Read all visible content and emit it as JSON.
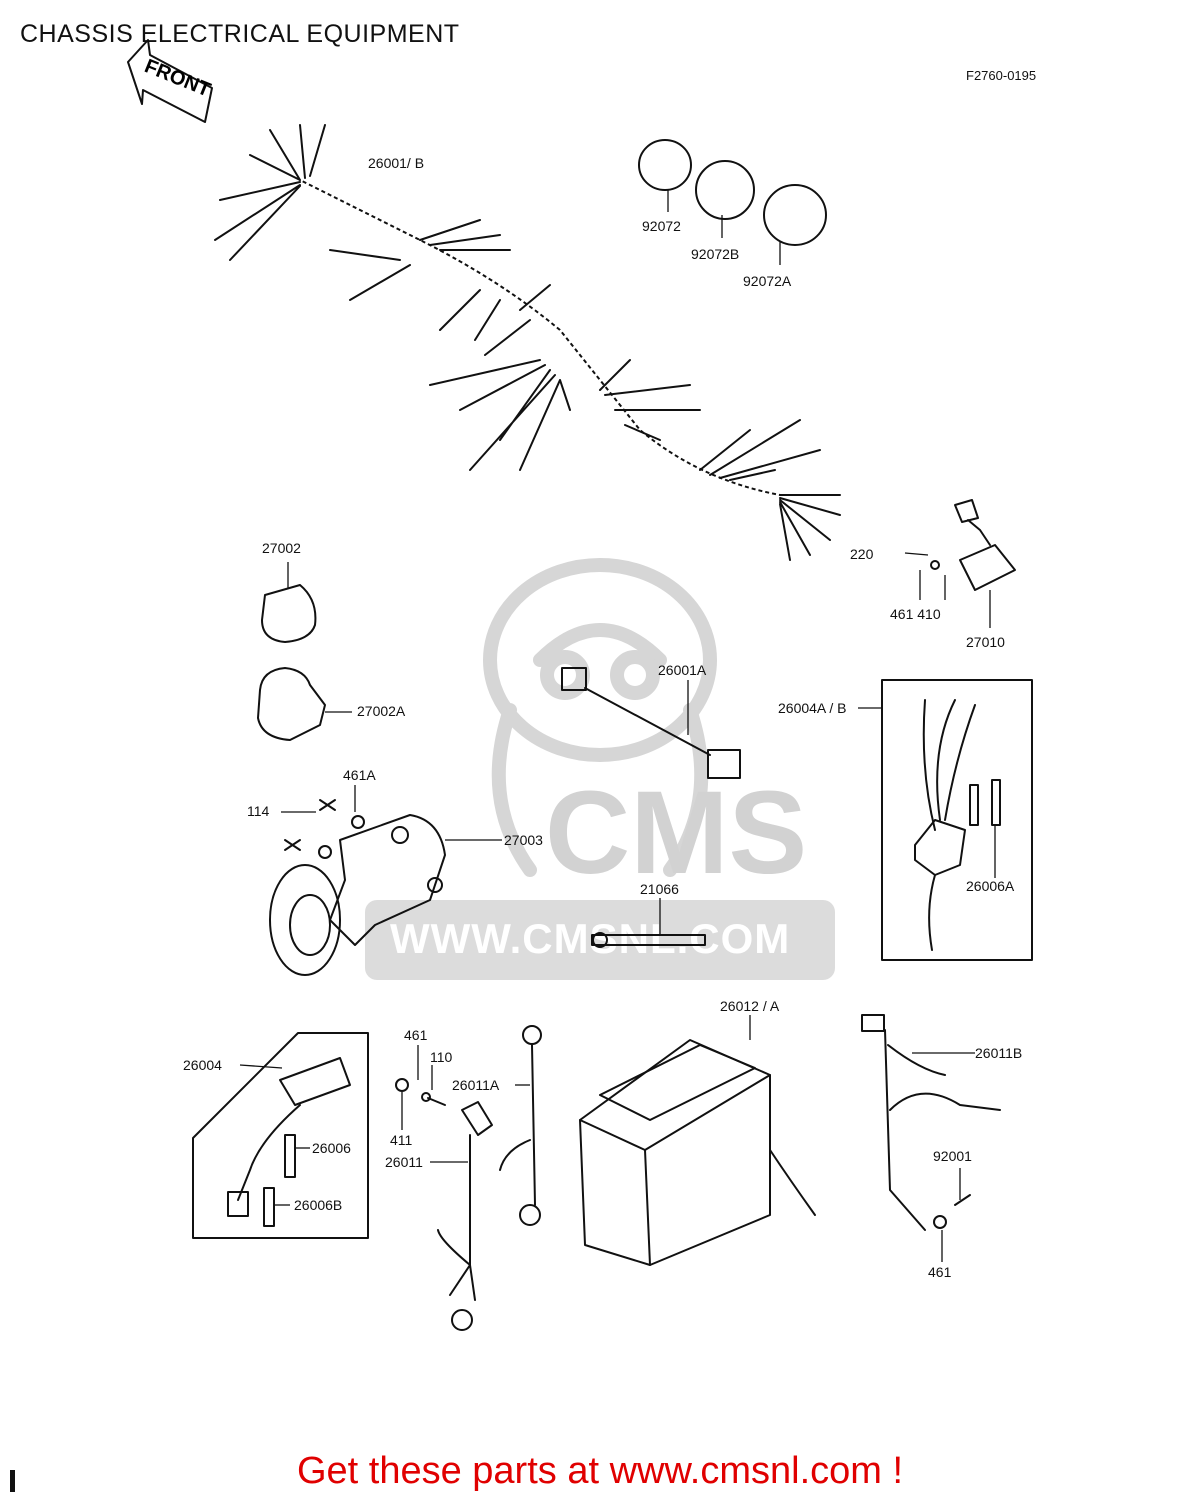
{
  "title": "CHASSIS ELECTRICAL EQUIPMENT",
  "diagram_code": "F2760-0195",
  "front_arrow": "FRONT",
  "parts": [
    {
      "id": "p26001b",
      "number": "26001/ B"
    },
    {
      "id": "p92072",
      "number": "92072"
    },
    {
      "id": "p92072b",
      "number": "92072B"
    },
    {
      "id": "p92072a",
      "number": "92072A"
    },
    {
      "id": "p27002",
      "number": "27002"
    },
    {
      "id": "p220",
      "number": "220"
    },
    {
      "id": "p461_410",
      "number": "461 410"
    },
    {
      "id": "p27010",
      "number": "27010"
    },
    {
      "id": "p26001a",
      "number": "26001A"
    },
    {
      "id": "p27002a",
      "number": "27002A"
    },
    {
      "id": "p26004ab",
      "number": "26004A / B"
    },
    {
      "id": "p461a",
      "number": "461A"
    },
    {
      "id": "p114",
      "number": "114"
    },
    {
      "id": "p27003",
      "number": "27003"
    },
    {
      "id": "p26006a",
      "number": "26006A"
    },
    {
      "id": "p21066",
      "number": "21066"
    },
    {
      "id": "p26012a",
      "number": "26012 / A"
    },
    {
      "id": "p26004",
      "number": "26004"
    },
    {
      "id": "p461",
      "number": "461"
    },
    {
      "id": "p110",
      "number": "110"
    },
    {
      "id": "p26011a",
      "number": "26011A"
    },
    {
      "id": "p26011b",
      "number": "26011B"
    },
    {
      "id": "p411",
      "number": "411"
    },
    {
      "id": "p26006",
      "number": "26006"
    },
    {
      "id": "p26011",
      "number": "26011"
    },
    {
      "id": "p92001",
      "number": "92001"
    },
    {
      "id": "p26006b",
      "number": "26006B"
    },
    {
      "id": "p461b",
      "number": "461"
    }
  ],
  "watermark": {
    "brand": "CMS",
    "url": "WWW.CMSNL.COM"
  },
  "footer": {
    "text": "Get these parts at www.cmsnl.com !"
  }
}
